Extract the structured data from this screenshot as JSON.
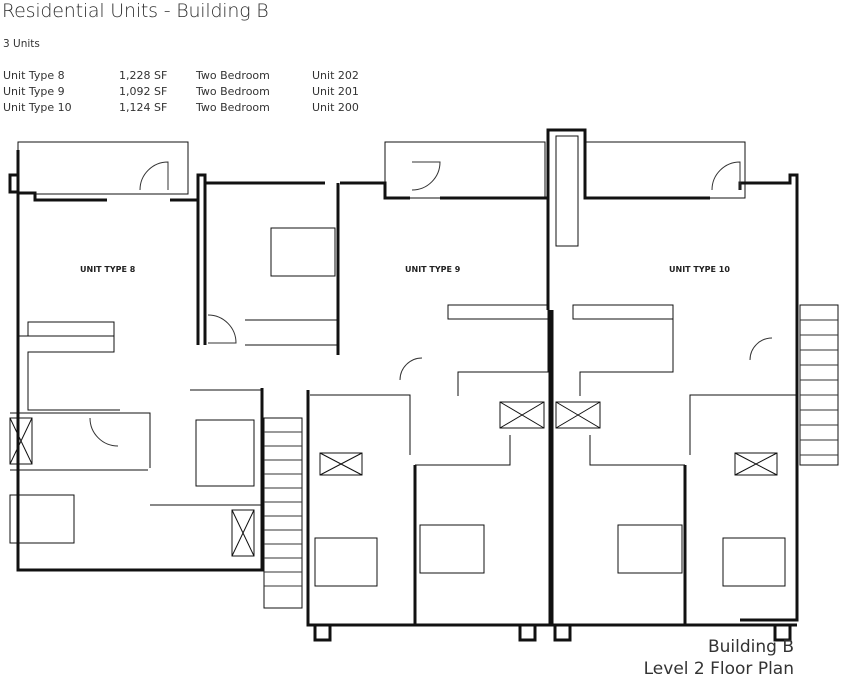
{
  "header": {
    "title": "Residential Units - Building B",
    "unit_count": "3 Units"
  },
  "units": [
    {
      "type": "Unit Type 8",
      "area": "1,228 SF",
      "bedrooms": "Two Bedroom",
      "unit_number": "Unit 202"
    },
    {
      "type": "Unit Type 9",
      "area": "1,092 SF",
      "bedrooms": "Two Bedroom",
      "unit_number": "Unit 201"
    },
    {
      "type": "Unit Type 10",
      "area": "1,124 SF",
      "bedrooms": "Two Bedroom",
      "unit_number": "Unit 200"
    }
  ],
  "plan": {
    "labels": {
      "unit8": "UNIT TYPE 8",
      "unit9": "UNIT TYPE 9",
      "unit10": "UNIT TYPE 10"
    },
    "colors": {
      "wall": "#111111",
      "line": "#333333",
      "background": "#ffffff"
    }
  },
  "caption": {
    "line1": "Building B",
    "line2": "Level 2 Floor Plan"
  }
}
